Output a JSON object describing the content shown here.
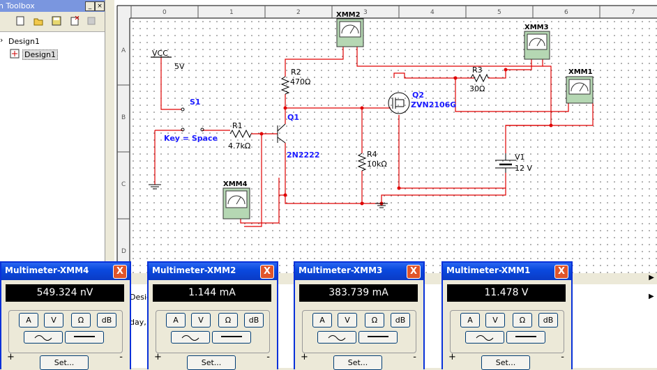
{
  "toolbox": {
    "title": "n Toolbox",
    "tree_root": "Design1",
    "tree_child": "Design1"
  },
  "bottom": {
    "tab_label": "Desig",
    "text_fragment": "day,"
  },
  "ruler": {
    "top": [
      "0",
      "1",
      "2",
      "3",
      "4",
      "5",
      "6",
      "7"
    ],
    "left": [
      "A",
      "B",
      "C",
      "D"
    ]
  },
  "schematic": {
    "vcc_label": "VCC",
    "vcc_value": "5V",
    "s1_label": "S1",
    "key_label": "Key = Space",
    "r1_label": "R1",
    "r1_value": "4.7kΩ",
    "r2_label": "R2",
    "r2_value": "470Ω",
    "q1_label": "Q1",
    "q1_part": "2N2222",
    "r4_label": "R4",
    "r4_value": "10kΩ",
    "q2_label": "Q2",
    "q2_part": "ZVN2106G",
    "r3_label": "R3",
    "r3_value": "30Ω",
    "v1_label": "V1",
    "v1_value": "12 V",
    "xmm1": "XMM1",
    "xmm2": "XMM2",
    "xmm3": "XMM3",
    "xmm4": "XMM4"
  },
  "multimeters": [
    {
      "title": "Multimeter-XMM4",
      "reading": "549.324 nV"
    },
    {
      "title": "Multimeter-XMM2",
      "reading": "1.144 mA"
    },
    {
      "title": "Multimeter-XMM3",
      "reading": "383.739 mA"
    },
    {
      "title": "Multimeter-XMM1",
      "reading": "11.478 V"
    }
  ],
  "meter_buttons": {
    "a": "A",
    "v": "V",
    "ohm": "Ω",
    "db": "dB",
    "set": "Set...",
    "plus": "+",
    "minus": "-",
    "close": "X"
  },
  "colors": {
    "wire": "#e00000",
    "label_blue": "#1a1aff",
    "title_blue": "#0a4adf",
    "grid_dot": "#555555"
  }
}
